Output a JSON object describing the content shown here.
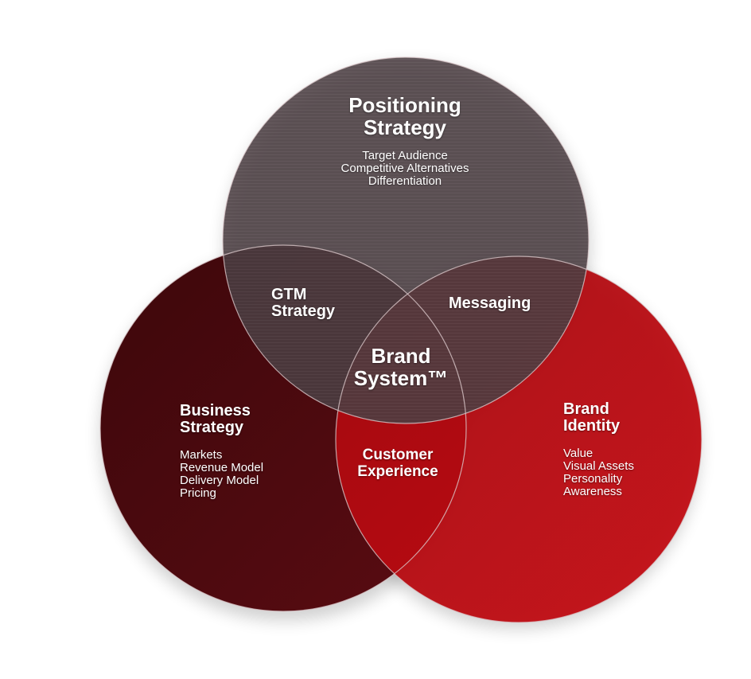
{
  "colors": {
    "positioning": "#4a3d41",
    "business": "#4a0a0e",
    "identity": "#b00a10",
    "stroke": "#d9c7c9"
  },
  "circles": {
    "positioning": {
      "title_lines": [
        "Positioning",
        "Strategy"
      ],
      "items": [
        "Target Audience",
        "Competitive Alternatives",
        "Differentiation"
      ]
    },
    "business": {
      "title_lines": [
        "Business",
        "Strategy"
      ],
      "items": [
        "Markets",
        "Revenue Model",
        "Delivery Model",
        "Pricing"
      ]
    },
    "identity": {
      "title_lines": [
        "Brand",
        "Identity"
      ],
      "items": [
        "Value",
        "Visual Assets",
        "Personality",
        "Awareness"
      ]
    }
  },
  "overlaps": {
    "gtm": [
      "GTM",
      "Strategy"
    ],
    "messaging": [
      "Messaging"
    ],
    "customer_experience": [
      "Customer",
      "Experience"
    ],
    "center": [
      "Brand",
      "System™"
    ]
  }
}
